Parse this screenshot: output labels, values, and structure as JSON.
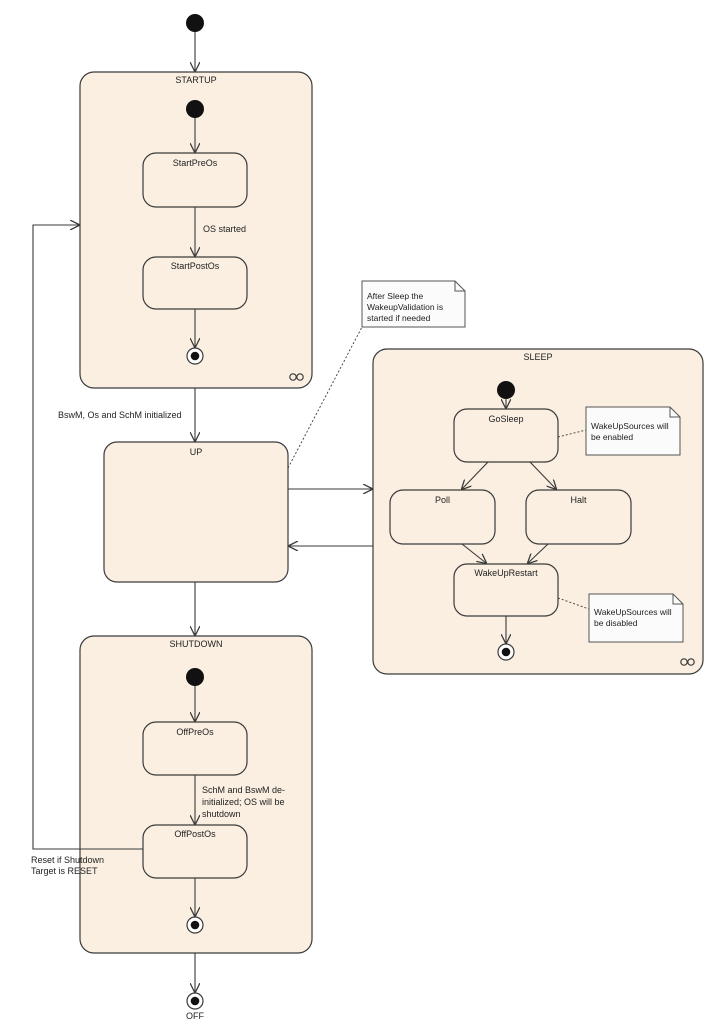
{
  "composites": {
    "startup": "STARTUP",
    "sleep": "SLEEP",
    "shutdown": "SHUTDOWN"
  },
  "states": {
    "start_pre_os": "StartPreOs",
    "start_post_os": "StartPostOs",
    "up": "UP",
    "go_sleep": "GoSleep",
    "poll": "Poll",
    "halt": "Halt",
    "wakeup_restart": "WakeUpRestart",
    "off_pre_os": "OffPreOs",
    "off_post_os": "OffPostOs",
    "off": "OFF"
  },
  "transitions": {
    "os_started": "OS started",
    "initialized": "BswM, Os and SchM initialized",
    "deinit_line1": "SchM and BswM de-",
    "deinit_line2": "initialized; OS will be",
    "deinit_line3": "shutdown",
    "reset_line1": "Reset if Shutdown",
    "reset_line2": "Target is RESET"
  },
  "notes": {
    "after_sleep_line1": "After Sleep the",
    "after_sleep_line2": "WakeupValidation is",
    "after_sleep_line3": "started if needed",
    "wakeup_enabled_line1": "WakeUpSources will",
    "wakeup_enabled_line2": "be enabled",
    "wakeup_disabled_line1": "WakeUpSources will",
    "wakeup_disabled_line2": "be disabled"
  },
  "colors": {
    "state_fill": "#faefe1",
    "stroke": "#3a3a3a",
    "note_fill": "#fbfbfb"
  }
}
